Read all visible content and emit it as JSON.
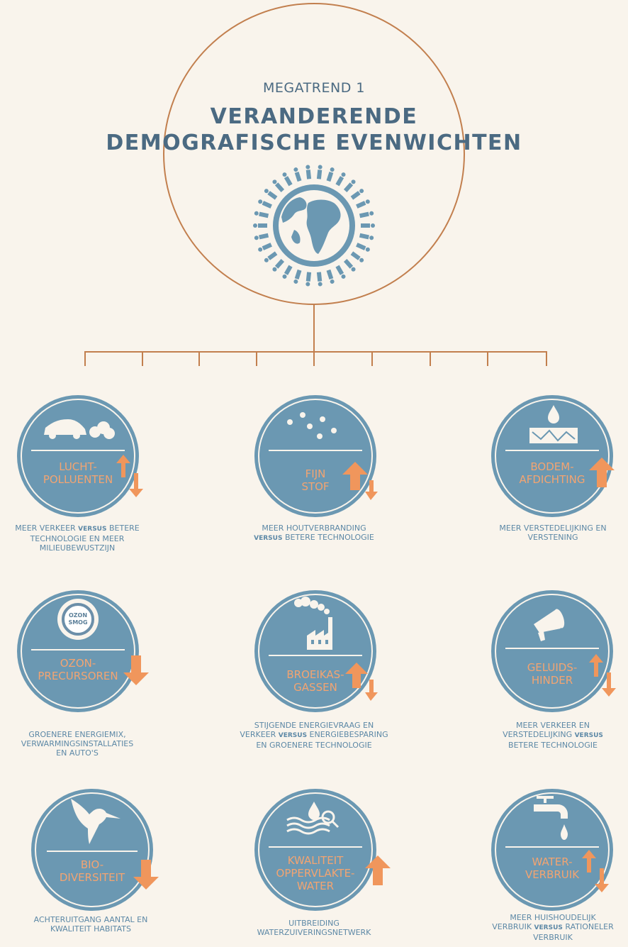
{
  "header": {
    "eyebrow": "MEGATREND 1",
    "title_line1": "VERANDERENDE",
    "title_line2": "DEMOGRAFISCHE EVENWICHTEN"
  },
  "colors": {
    "background": "#f9f4ec",
    "tile": "#6b98b2",
    "accent_orange": "#f0965c",
    "frame_brown": "#c27f4e",
    "text_blue": "#5c88a6"
  },
  "tiles": [
    {
      "id": "luchtpolluenten",
      "label1": "LUCHT-",
      "label2": "POLLUENTEN",
      "icon": "car-smoke-icon",
      "trend": "up-down",
      "caption": [
        "MEER VERKEER ",
        "versus",
        " BETERE",
        "TECHNOLOGIE EN MEER",
        "MILIEUBEWUSTZIJN"
      ]
    },
    {
      "id": "fijnstof",
      "label1": "FIJN",
      "label2": "STOF",
      "icon": "particles-icon",
      "trend": "up-down-small",
      "caption": [
        "MEER HOUTVERBRANDING",
        "versus",
        " BETERE TECHNOLOGIE"
      ]
    },
    {
      "id": "bodemafdichting",
      "label1": "BODEM-",
      "label2": "AFDICHTING",
      "icon": "soil-drop-icon",
      "trend": "up",
      "caption": [
        "MEER VERSTEDELIJKING EN",
        "VERSTENING"
      ]
    },
    {
      "id": "ozonprecursoren",
      "label1": "OZON-",
      "label2": "PRECURSOREN",
      "icon": "ozon-smog-icon",
      "trend": "down",
      "badge1": "OZON",
      "badge2": "SMOG",
      "caption": [
        "GROENERE ENERGIEMIX,",
        "VERWARMINGSINSTALLATIES",
        "EN  AUTO'S"
      ]
    },
    {
      "id": "broeikasgassen",
      "label1": "BROEIKAS-",
      "label2": "GASSEN",
      "icon": "factory-icon",
      "trend": "up-down-small",
      "caption": [
        "STIJGENDE ENERGIEVRAAG EN",
        "VERKEER ",
        "versus",
        " ENERGIEBESPARING",
        "EN GROENERE TECHNOLOGIE"
      ]
    },
    {
      "id": "geluidshinder",
      "label1": "GELUIDS-",
      "label2": "HINDER",
      "icon": "megaphone-icon",
      "trend": "up-down",
      "caption": [
        "MEER VERKEER EN",
        "VERSTEDELIJKING ",
        "versus",
        "BETERE TECHNOLOGIE"
      ]
    },
    {
      "id": "biodiversiteit",
      "label1": "BIO-",
      "label2": "DIVERSITEIT",
      "icon": "hummingbird-icon",
      "trend": "down",
      "caption": [
        "ACHTERUITGANG AANTAL EN",
        "KWALITEIT HABITATS"
      ]
    },
    {
      "id": "oppervlaktewater",
      "label1": "KWALITEIT",
      "label2": "OPPERVLAKTE-",
      "label3": "WATER",
      "icon": "water-magnifier-icon",
      "trend": "up",
      "caption": [
        "UITBREIDING",
        "WATERZUIVERINGSNETWERK"
      ]
    },
    {
      "id": "waterverbruik",
      "label1": "WATER-",
      "label2": "VERBRUIK",
      "icon": "tap-icon",
      "trend": "up-down",
      "caption": [
        "MEER HUISHOUDELIJK",
        "VERBRUIK ",
        "versus",
        " RATIONELER",
        "VERBRUIK"
      ]
    }
  ]
}
